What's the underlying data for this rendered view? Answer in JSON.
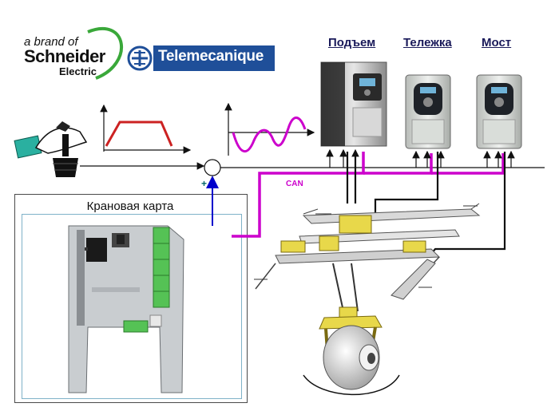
{
  "brand": {
    "tagline": "a brand of",
    "company": "Schneider",
    "company_sub": "Electric",
    "product_brand": "Telemecanique"
  },
  "drives": [
    {
      "label": "Подъем"
    },
    {
      "label": "Тележка"
    },
    {
      "label": "Мост"
    }
  ],
  "bus": {
    "label": "CAN"
  },
  "sum_junction": {
    "sign": "+"
  },
  "crane_card": {
    "title": "Крановая карта"
  },
  "colors": {
    "bus": "#cc00cc",
    "feedback": "#0000cc",
    "ramp": "#cc2222",
    "signal": "#cc00cc",
    "schneider_green": "#3aa83a",
    "telemecanique_blue": "#1f4f99",
    "terminal_green": "#55c255"
  }
}
